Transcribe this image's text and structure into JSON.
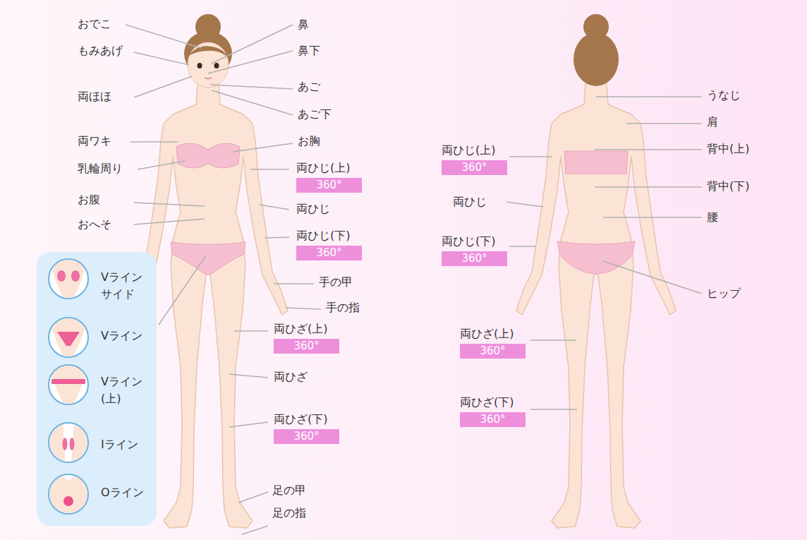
{
  "diagram": {
    "nodes": [
      {
        "text": [
          "両ひじ(上)",
          "360°"
        ]
      },
      {
        "text": [
          "両ひじ(下)",
          "360°"
        ]
      },
      {
        "text": [
          "両ひざ(上)",
          "360°"
        ]
      },
      {
        "text": [
          "両ひざ(下)",
          "360°"
        ]
      },
      {
        "text": [
          "両ひじ(上)",
          "360°"
        ]
      },
      {
        "text": [
          "両ひじ(下)",
          "360°"
        ]
      },
      {
        "text": [
          "両ひざ(上)",
          "360°"
        ]
      },
      {
        "text": [
          "両ひざ(下)",
          "360°"
        ]
      }
    ],
    "labels": [
      "おでこ",
      "もみあげ",
      "両ほほ",
      "両ワキ",
      "乳輪周り",
      "お腹",
      "おへそ",
      "鼻",
      "鼻下",
      "あご",
      "あご下",
      "お胸",
      "両ひじ",
      "手の甲",
      "手の指",
      "両ひざ",
      "足の甲",
      "足の指",
      "Vライン サイド",
      "Vライン",
      "Vライン (上)",
      "Iライン",
      "Oライン",
      "うなじ",
      "肩",
      "背中(上)",
      "背中(下)",
      "腰",
      "ヒップ",
      "両ひじ"
    ]
  }
}
